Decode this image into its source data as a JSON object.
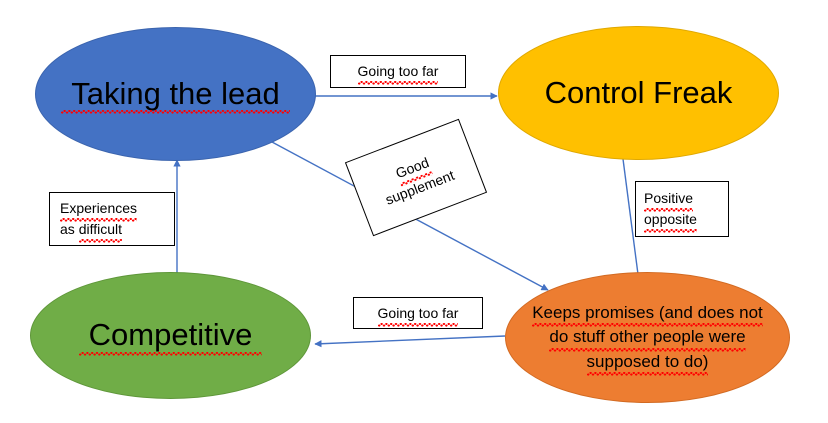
{
  "diagram": {
    "title": "Taking the lead / Control Freak behaviour cycle",
    "background": "#FFFFFF",
    "nodes": [
      {
        "id": "taking-the-lead",
        "text": "Taking the lead",
        "fill": "#4472C4",
        "stroke": "#3B64AE",
        "text_color": "#000000",
        "shape": "ellipse",
        "spellcheck_underline": true
      },
      {
        "id": "control-freak",
        "text": "Control Freak",
        "fill": "#FFC000",
        "stroke": "#E0A800",
        "text_color": "#000000",
        "shape": "ellipse",
        "spellcheck_underline": false
      },
      {
        "id": "competitive",
        "text": "Competitive",
        "fill": "#70AD47",
        "stroke": "#5E9639",
        "text_color": "#000000",
        "shape": "ellipse",
        "spellcheck_underline": true
      },
      {
        "id": "keeps-promises",
        "fill": "#ED7D31",
        "stroke": "#D26A22",
        "text_color": "#000000",
        "shape": "ellipse",
        "line1": "Keeps promises (and does not",
        "line2": "do stuff other people were",
        "line3": "supposed to do)",
        "spellcheck_underline": true
      }
    ],
    "edge_labels": {
      "going_too_far_top": "Going too far",
      "going_too_far_bottom": "Going too far",
      "experiences_as_difficult_line1": "Experiences",
      "experiences_as_difficult_line2": "as difficult",
      "positive_opposite_line1": "Positive",
      "positive_opposite_line2": "opposite",
      "good_supplement_line1": "Good",
      "good_supplement_line2": "supplement"
    },
    "edges": [
      {
        "id": "lead-to-control-freak",
        "from": "taking-the-lead",
        "to": "control-freak",
        "label": "Going too far",
        "color": "#4472C4"
      },
      {
        "id": "control-freak-to-keeps-promises",
        "from": "control-freak",
        "to": "keeps-promises",
        "label": "Positive opposite",
        "color": "#4472C4"
      },
      {
        "id": "keeps-promises-to-competitive",
        "from": "keeps-promises",
        "to": "competitive",
        "label": "Going too far",
        "color": "#4472C4"
      },
      {
        "id": "competitive-to-lead",
        "from": "competitive",
        "to": "taking-the-lead",
        "label": "Experiences as difficult",
        "color": "#4472C4"
      },
      {
        "id": "lead-to-keeps-promises",
        "from": "taking-the-lead",
        "to": "keeps-promises",
        "label": "Good supplement",
        "color": "#4472C4"
      }
    ]
  }
}
